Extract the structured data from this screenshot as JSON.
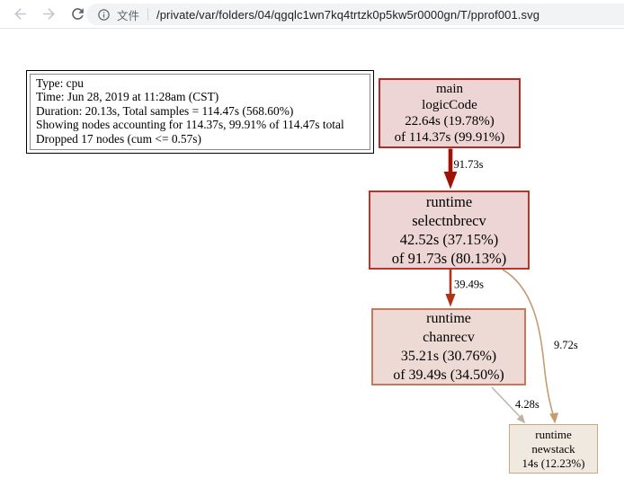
{
  "browser": {
    "icons": {
      "back": "arrow-left-icon",
      "forward": "arrow-right-icon",
      "refresh": "refresh-icon",
      "info": "info-circle-icon"
    },
    "site_label": "文件",
    "url_path": "/private/var/folders/04/qgqlc1wn7kq4trtzk0p5kw5r0000gn/T/pprof001.svg"
  },
  "legend": {
    "lines": [
      "Type: cpu",
      "Time: Jun 28, 2019 at 11:28am (CST)",
      "Duration: 20.13s, Total samples = 114.47s (568.60%)",
      "Showing nodes accounting for 114.37s, 99.91% of 114.47s total",
      "Dropped 17 nodes (cum <= 0.57s)"
    ]
  },
  "graph": {
    "nodes": [
      {
        "name": "main.logicCode",
        "lines": [
          "main",
          "logicCode",
          "22.64s (19.78%)",
          "of 114.37s (99.91%)"
        ],
        "fill": "#edd5d5",
        "border": "#b02c24"
      },
      {
        "name": "runtime.selectnbrecv",
        "lines": [
          "runtime",
          "selectnbrecv",
          "42.52s (37.15%)",
          "of 91.73s (80.13%)"
        ],
        "fill": "#edd5d5",
        "border": "#b5392b"
      },
      {
        "name": "runtime.chanrecv",
        "lines": [
          "runtime",
          "chanrecv",
          "35.21s (30.76%)",
          "of 39.49s (34.50%)"
        ],
        "fill": "#eddad5",
        "border": "#c8775a"
      },
      {
        "name": "runtime.newstack",
        "lines": [
          "runtime",
          "newstack",
          "14s (12.23%)"
        ],
        "fill": "#f0e9df",
        "border": "#c7a883"
      }
    ],
    "edges": [
      {
        "from": "main.logicCode",
        "to": "runtime.selectnbrecv",
        "label": "91.73s",
        "color": "#a01206"
      },
      {
        "from": "runtime.selectnbrecv",
        "to": "runtime.chanrecv",
        "label": "39.49s",
        "color": "#ad3417"
      },
      {
        "from": "runtime.selectnbrecv",
        "to": "runtime.newstack",
        "label": "9.72s",
        "color": "#c49c72"
      },
      {
        "from": "runtime.chanrecv",
        "to": "runtime.newstack",
        "label": "4.28s",
        "color": "#bfb2a2"
      }
    ]
  }
}
